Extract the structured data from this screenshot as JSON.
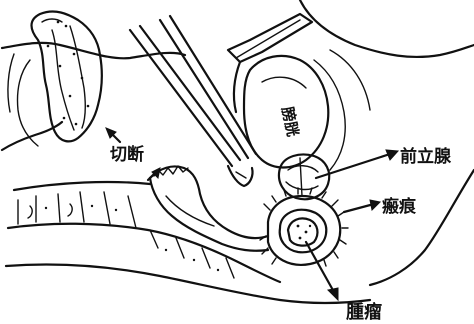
{
  "labels": {
    "cut": "切断",
    "prostate": "前立腺",
    "scar": "瘢痕",
    "tumor": "腫瘤",
    "bladder": "膀胱"
  }
}
